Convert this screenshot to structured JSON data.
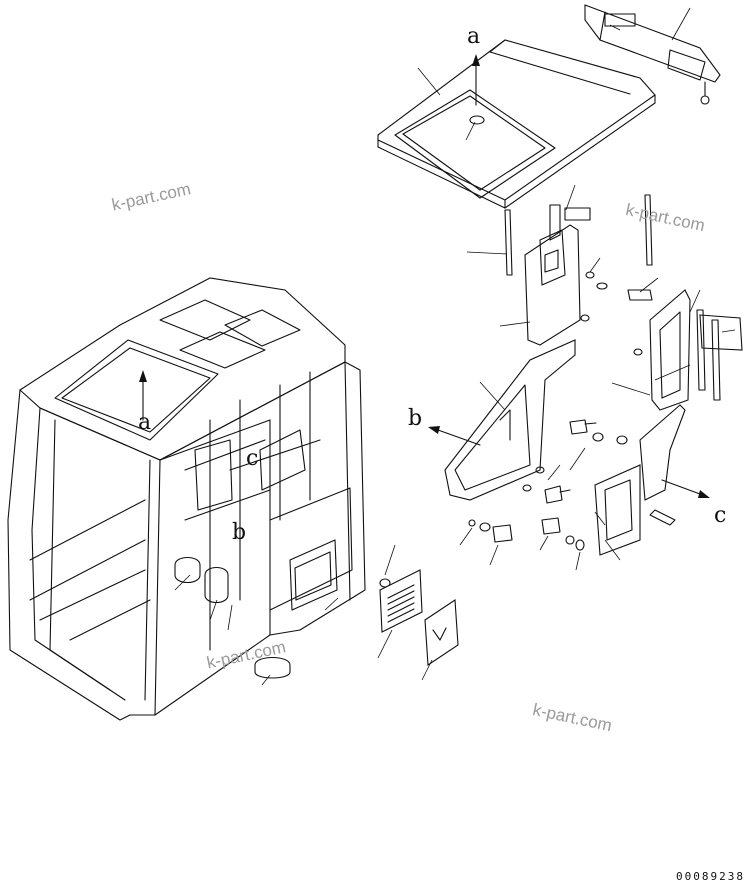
{
  "callouts": {
    "roof_arrow": "a",
    "cab_arrow": "a",
    "cab_arrow_b": "b",
    "cab_arrow_c": "c",
    "left_arrow": "b",
    "right_arrow": "c"
  },
  "watermarks": {
    "wm1": "k-part.com",
    "wm2": "k-part.com",
    "wm3": "k-part.com",
    "wm4": "k-part.com"
  },
  "drawing_code": "00089238",
  "colors": {
    "line": "#111111",
    "watermark": "#9a9a9a",
    "background": "#ffffff"
  }
}
